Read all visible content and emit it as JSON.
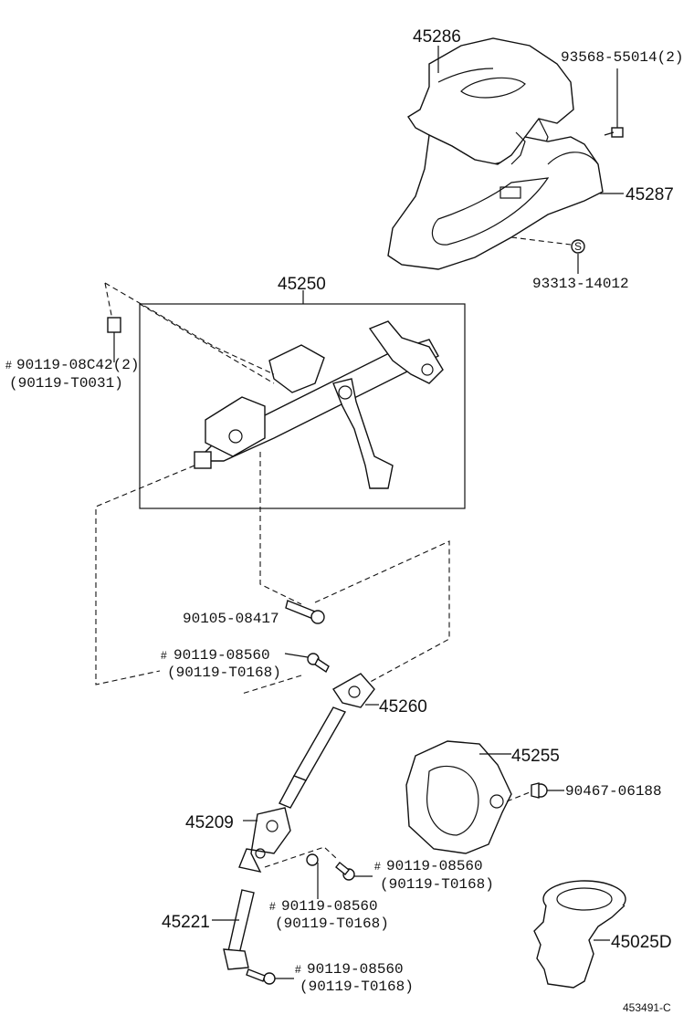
{
  "parts": {
    "p45286": "45286",
    "p93568": "93568-55014(2)",
    "p45287": "45287",
    "p93313": "93313-14012",
    "p45250": "45250",
    "p90119_08c42": "90119-08C42(2)",
    "p90119_t0031": "(90119-T0031)",
    "p90105": "90105-08417",
    "p90119_08560_a": "90119-08560",
    "p90119_t0168_a": "(90119-T0168)",
    "p45260": "45260",
    "p45255": "45255",
    "p90467": "90467-06188",
    "p45209": "45209",
    "p90119_08560_b": "90119-08560",
    "p90119_t0168_b": "(90119-T0168)",
    "p90119_08560_c": "90119-08560",
    "p90119_t0168_c": "(90119-T0168)",
    "p45221": "45221",
    "p90119_08560_d": "90119-08560",
    "p90119_t0168_d": "(90119-T0168)",
    "p45025d": "45025D"
  },
  "marks": {
    "hash": "#",
    "s_mark": "S"
  },
  "footer": {
    "code": "453491-C"
  }
}
